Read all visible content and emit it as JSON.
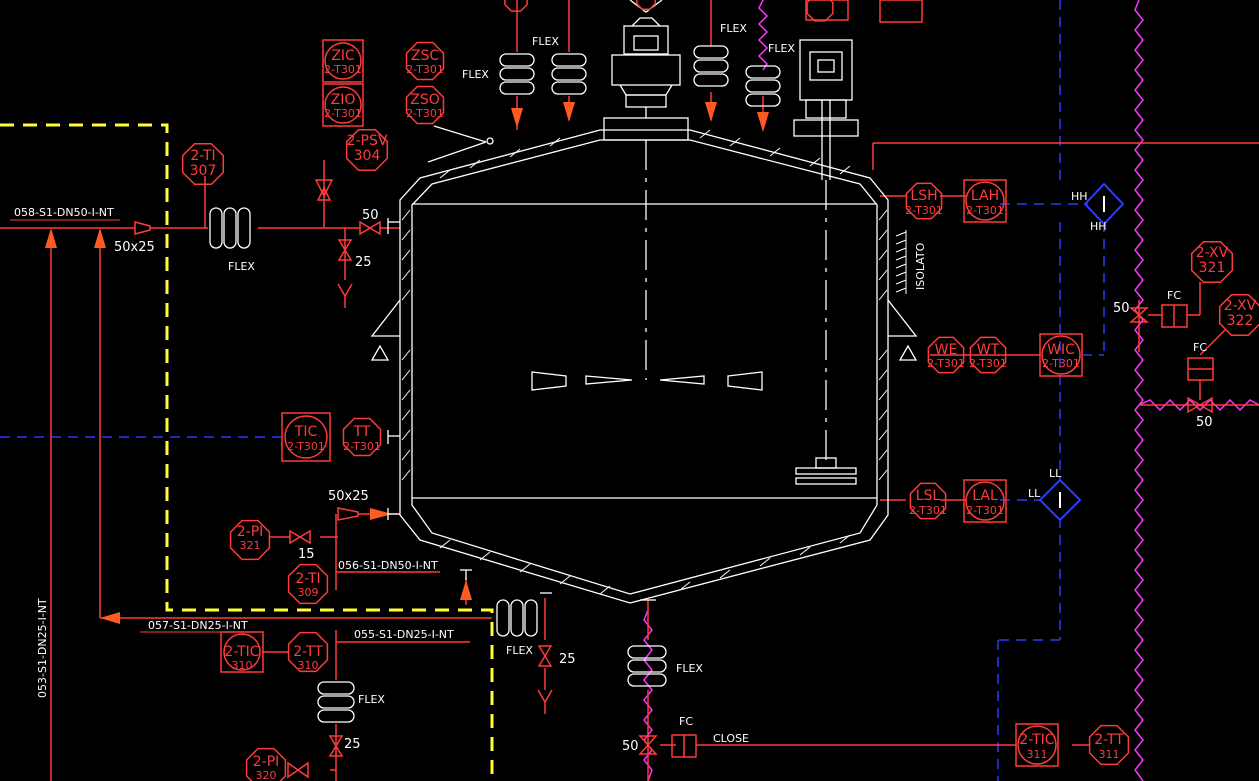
{
  "instruments": {
    "zic": {
      "top": "ZIC",
      "bot": "2-T301"
    },
    "zsc": {
      "top": "ZSC",
      "bot": "2-T301"
    },
    "zio": {
      "top": "ZIO",
      "bot": "2-T301"
    },
    "zso": {
      "top": "ZSO",
      "bot": "2-T301"
    },
    "psv304": {
      "top": "2-PSV",
      "bot": "304"
    },
    "ti307": {
      "top": "2-TI",
      "bot": "307"
    },
    "tic_t301": {
      "top": "TIC",
      "bot": "2-T301"
    },
    "tt_t301": {
      "top": "TT",
      "bot": "2-T301"
    },
    "pi321": {
      "top": "2-PI",
      "bot": "321"
    },
    "ti309": {
      "top": "2-TI",
      "bot": "309"
    },
    "tic310": {
      "top": "2-TIC",
      "bot": "310"
    },
    "tt310": {
      "top": "2-TT",
      "bot": "310"
    },
    "pi320": {
      "top": "2-PI",
      "bot": "320"
    },
    "lsh": {
      "top": "LSH",
      "bot": "2-T301"
    },
    "lah": {
      "top": "LAH",
      "bot": "2-T301"
    },
    "we": {
      "top": "WE",
      "bot": "2-T301"
    },
    "wt": {
      "top": "WT",
      "bot": "2-T301"
    },
    "wic": {
      "top": "WIC",
      "bot": "2-T301"
    },
    "lsl": {
      "top": "LSL",
      "bot": "2-T301"
    },
    "lal": {
      "top": "LAL",
      "bot": "2-T301"
    },
    "xv321": {
      "top": "2-XV",
      "bot": "321"
    },
    "xv322": {
      "top": "2-XV",
      "bot": "322"
    },
    "tic311": {
      "top": "2-TIC",
      "bot": "311"
    },
    "tt311": {
      "top": "2-TT",
      "bot": "311"
    }
  },
  "labels": {
    "line_058": "058-S1-DN50-I-NT",
    "line_056": "056-S1-DN50-I-NT",
    "line_057": "057-S1-DN25-I-NT",
    "line_055": "055-S1-DN25-I-NT",
    "line_053": "053-S1-DN25-I-NT",
    "reducer_50x25_a": "50x25",
    "reducer_50x25_b": "50x25",
    "flex": "FLEX",
    "isolato": "ISOLATO",
    "size_50": "50",
    "size_25": "25",
    "size_15": "15",
    "fc": "FC",
    "close": "CLOSE",
    "hh": "HH",
    "ll": "LL"
  },
  "colors": {
    "background": "#000000",
    "process": "#ff3b3b",
    "equipment": "#ffffff",
    "signal": "#2b3bff",
    "boundary": "#ffff33",
    "tracing": "#ff33ff",
    "arrow": "#ff5a1f"
  }
}
